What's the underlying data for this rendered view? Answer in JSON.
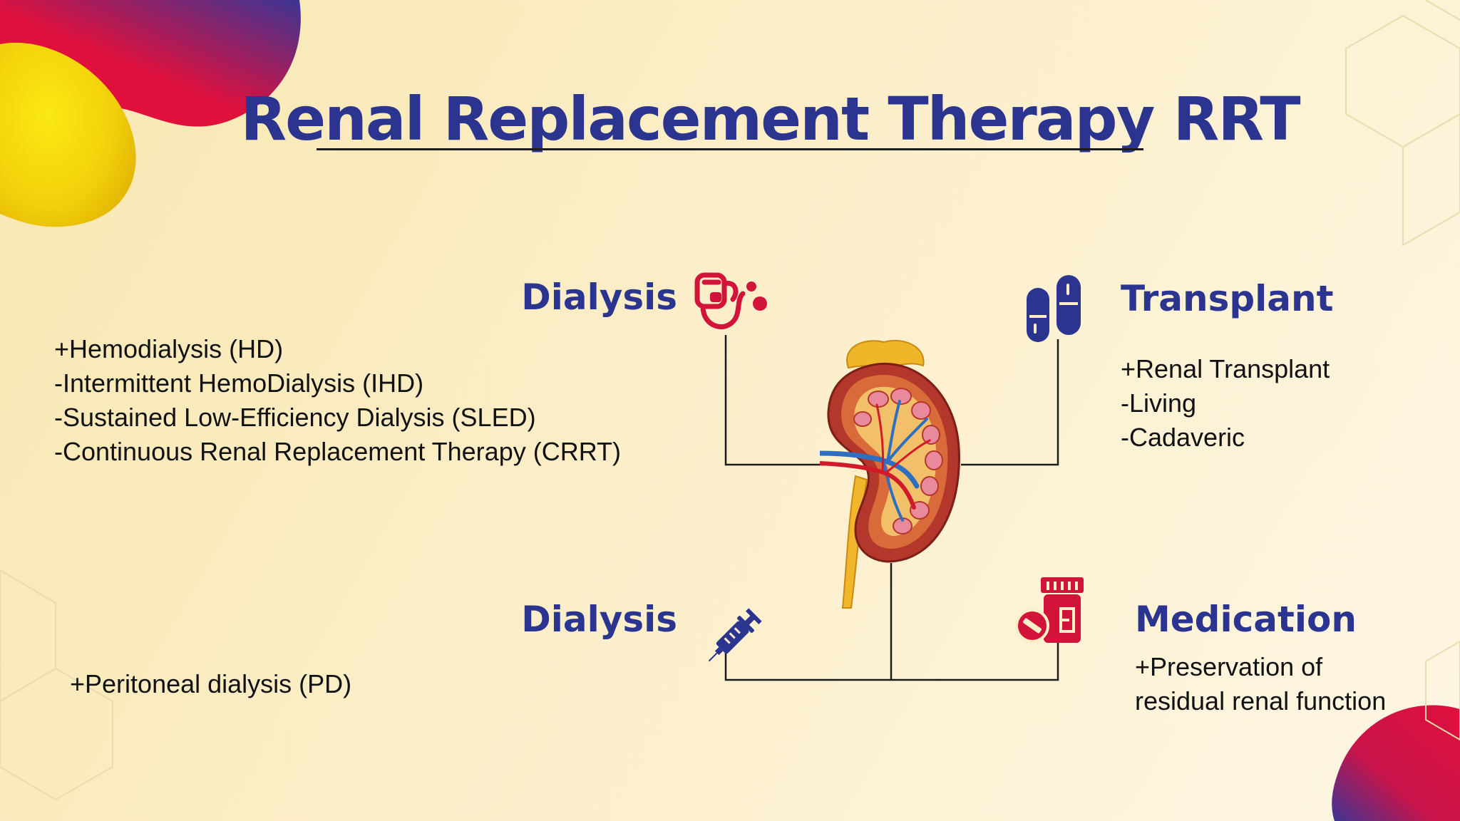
{
  "title": "Renal Replacement Therapy RRT",
  "quadrants": {
    "top_left": {
      "heading": "Dialysis",
      "icon": "stethoscope-icon",
      "lines": [
        "+Hemodialysis (HD)",
        "-Intermittent HemoDialysis (IHD)",
        "-Sustained Low-Efficiency Dialysis (SLED)",
        "-Continuous Renal Replacement Therapy (CRRT)"
      ]
    },
    "top_right": {
      "heading": "Transplant",
      "icon": "capsules-icon",
      "lines": [
        "+Renal Transplant",
        "-Living",
        "-Cadaveric"
      ]
    },
    "bottom_left": {
      "heading": "Dialysis",
      "icon": "syringe-icon",
      "lines": [
        "+Peritoneal dialysis (PD)"
      ]
    },
    "bottom_right": {
      "heading": "Medication",
      "icon": "medicine-bottle-icon",
      "lines": [
        "+Preservation of",
        "residual renal function"
      ]
    }
  },
  "center": {
    "icon": "kidney-illustration"
  },
  "colors": {
    "heading": "#2b3590",
    "accent_red": "#d2143a",
    "accent_yellow": "#f4d10b",
    "background": "#f8e7b1"
  }
}
